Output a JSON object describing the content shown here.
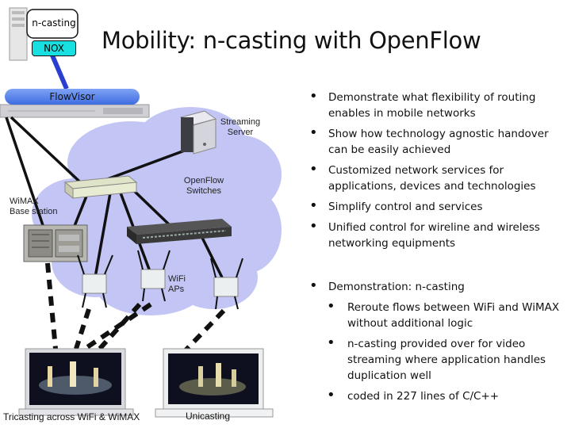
{
  "title": "Mobility: n-casting with OpenFlow",
  "controller": {
    "app_label": "n-casting",
    "nox_label": "NOX"
  },
  "flowvisor_label": "FlowVisor",
  "diagram": {
    "streaming_server": [
      "Streaming",
      "Server"
    ],
    "openflow_switches": [
      "OpenFlow",
      "Switches"
    ],
    "wimax": [
      "WiMAX",
      "Base station"
    ],
    "wifi_aps": [
      "WiFi",
      "APs"
    ],
    "left_laptop_caption": "Tricasting across WiFi & WiMAX",
    "right_laptop_caption": "Unicasting"
  },
  "bullets": [
    "Demonstrate what flexibility of routing enables in mobile networks",
    "Show how technology agnostic handover can be easily achieved",
    "Customized network services for applications, devices and technologies",
    "Simplify control and services",
    "Unified control for wireline and wireless networking equipments"
  ],
  "demo": {
    "heading": "Demonstration: n-casting",
    "items": [
      "Reroute flows between WiFi and WiMAX without additional logic",
      "n-casting provided over for video streaming where application handles duplication well",
      "coded in 227 lines of C/C++"
    ]
  },
  "colors": {
    "cloud": "#c3c6f4",
    "nox": "#19e0e0",
    "flowvisor": "#4f79e6",
    "link": "#111111"
  }
}
